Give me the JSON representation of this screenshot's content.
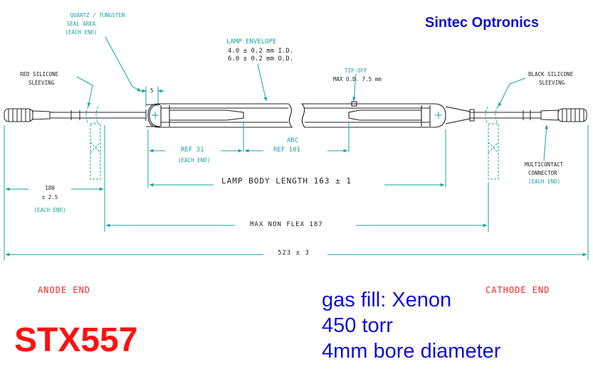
{
  "brand": "Sintec Optronics",
  "labels": {
    "quartz_seal_1": "QUARTZ / TUNGSTEN",
    "quartz_seal_2": "SEAL AREA",
    "quartz_seal_3": "(EACH END)",
    "red_sleeving_1": "RED SILICONE",
    "red_sleeving_2": "SLEEVING",
    "black_sleeving_1": "BLACK SILICONE",
    "black_sleeving_2": "SLEEVING",
    "lamp_envelope": "LAMP ENVELOPE",
    "envelope_id": "4.0 ± 0.2 mm I.D.",
    "envelope_od": "6.0 ± 0.2 mm O.D.",
    "tipoff_1": "TIP-OFF",
    "tipoff_2": "MAX O.D. 7.5 mm",
    "seal_dim": "5",
    "ref_31": "REF 31",
    "ref_31_note": "(EACH END)",
    "arc_1": "ARC",
    "arc_2": "REF 101",
    "body_length": "LAMP BODY LENGTH  163  ± 1",
    "lead_1": "180",
    "lead_2": "± 2.5",
    "lead_3": "(EACH END)",
    "connector_1": "MULTICONTACT",
    "connector_2": "CONNECTOR",
    "connector_3": "(EACH END)",
    "non_flex": "MAX NON FLEX 187",
    "overall": "523 ± 3"
  },
  "ends": {
    "anode": "ANODE END",
    "cathode": "CATHODE END"
  },
  "model": "STX557",
  "specs": {
    "gas": "gas fill: Xenon",
    "pressure": "450 torr",
    "bore": "4mm bore diameter"
  },
  "colors": {
    "dimension": "#1aa39a",
    "outline": "#222222",
    "brand": "#1010d0",
    "model": "#ff1010",
    "end_label": "#ff2020"
  }
}
